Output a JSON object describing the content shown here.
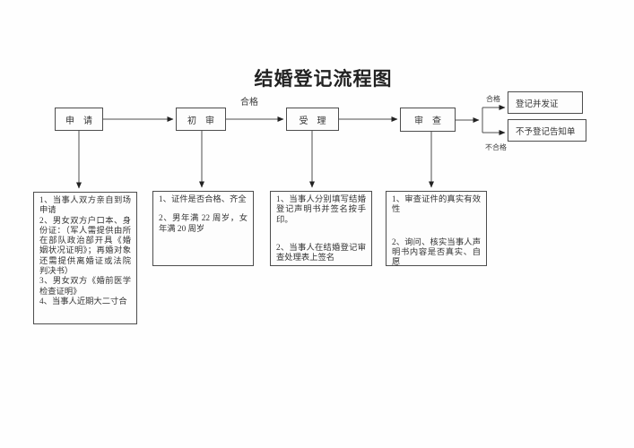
{
  "title": "结婚登记流程图",
  "colors": {
    "line": "#4d4d4d",
    "ink": "#333333",
    "background": "#fefefe"
  },
  "flow": {
    "steps": [
      {
        "label": "申　请"
      },
      {
        "label": "初　审"
      },
      {
        "label": "受　理"
      },
      {
        "label": "审　查"
      }
    ],
    "edge_labels": {
      "pass_mid": "合格",
      "pass_branch": "合格",
      "fail_branch": "不合格"
    },
    "outcomes": [
      {
        "label": "登记并发证"
      },
      {
        "label": "不予登记告知单"
      }
    ]
  },
  "details": [
    {
      "items": [
        "1、当事人双方亲自到场申请",
        "2、男女双方户口本、身份证：（军人需提供由所在部队政治部开具《婚姻状况证明》；再婚对象还需提供离婚证或法院判决书）",
        "3、男女双方《婚前医学检查证明》",
        "4、当事人近期大二寸合"
      ]
    },
    {
      "items": [
        "1、证件是否合格、齐全",
        "2、男年满 22 周岁，女年满 20 周岁"
      ]
    },
    {
      "items": [
        "1、当事人分别填写结婚登记声明书并签名按手印。",
        "2、当事人在结婚登记审查处理表上签名"
      ]
    },
    {
      "items": [
        "1、审查证件的真实有效性",
        "2、询问、核实当事人声明书内容是否真实、自愿"
      ]
    }
  ]
}
